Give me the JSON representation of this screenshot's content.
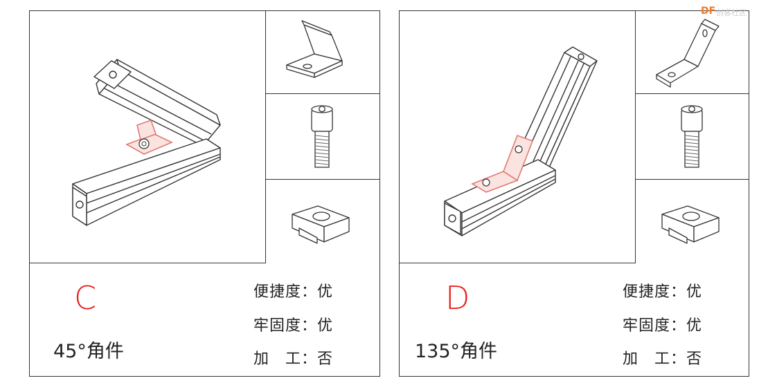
{
  "watermark": {
    "logo": "DF",
    "text": "创客社区"
  },
  "cards": [
    {
      "letter": "C",
      "name": "45°角件",
      "ratings": {
        "convenience": "便捷度：优",
        "firmness": "牢固度：优",
        "processing": "加　工：否"
      }
    },
    {
      "letter": "D",
      "name": "135°角件",
      "ratings": {
        "convenience": "便捷度：优",
        "firmness": "牢固度：优",
        "processing": "加　工：否"
      }
    }
  ],
  "colors": {
    "accent": "#e8211f",
    "line": "#333333",
    "highlight": "#e07a6e"
  },
  "icons": [
    "corner-bracket-45-icon",
    "hex-socket-bolt-icon",
    "t-nut-icon",
    "corner-bracket-135-icon"
  ]
}
